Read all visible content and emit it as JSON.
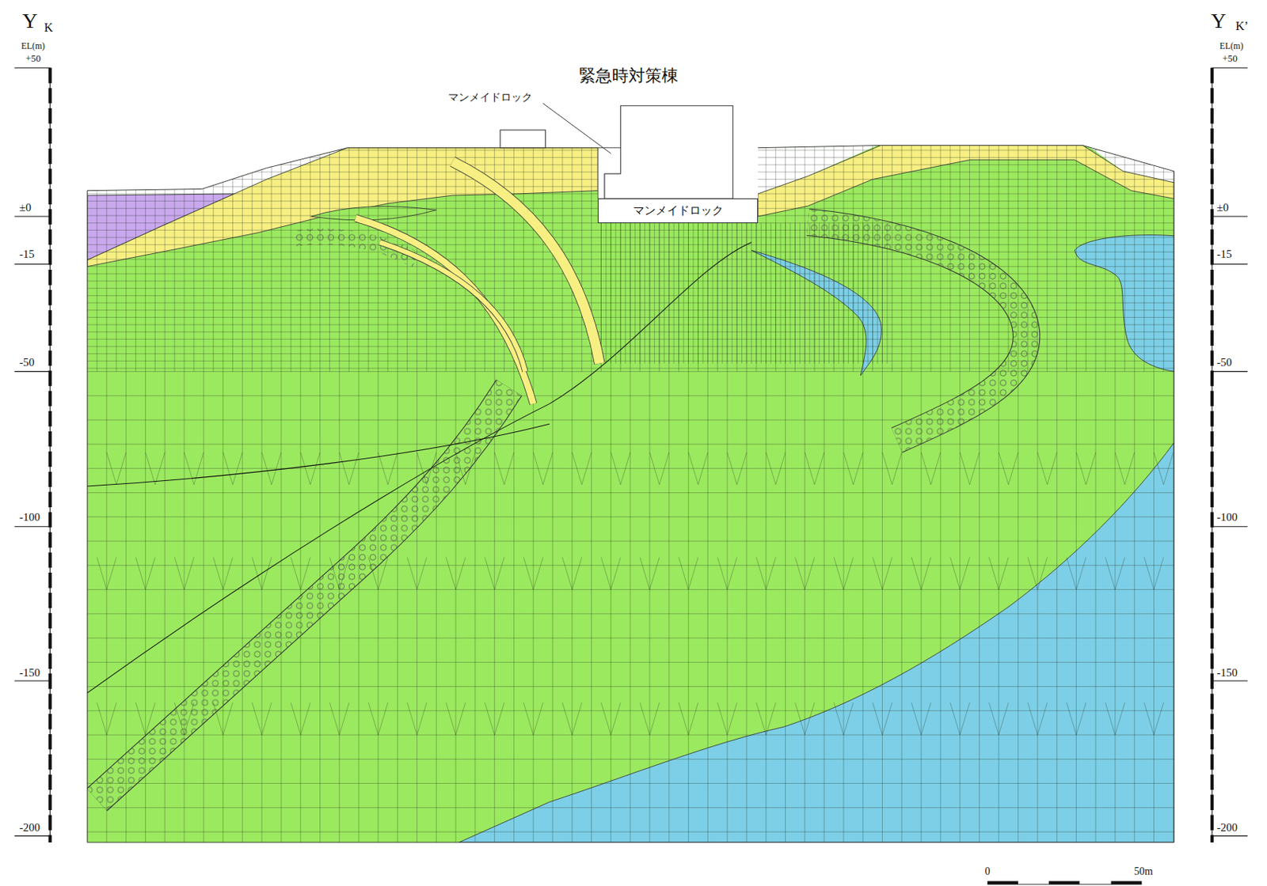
{
  "diagram": {
    "nodes": [
      {
        "text": [
          "緊急時対策棟"
        ]
      },
      {
        "text": [
          "マンメイドロック"
        ]
      }
    ],
    "labels": [
      "Y",
      "K",
      "EL(m)",
      "+50",
      "±0",
      "-15",
      "-50",
      "-100",
      "-150",
      "-200",
      "Y",
      "K’",
      "EL(m)",
      "+50",
      "±0",
      "-15",
      "-50",
      "-100",
      "-150",
      "-200",
      "マンメイドロック",
      "0",
      "50m"
    ]
  }
}
